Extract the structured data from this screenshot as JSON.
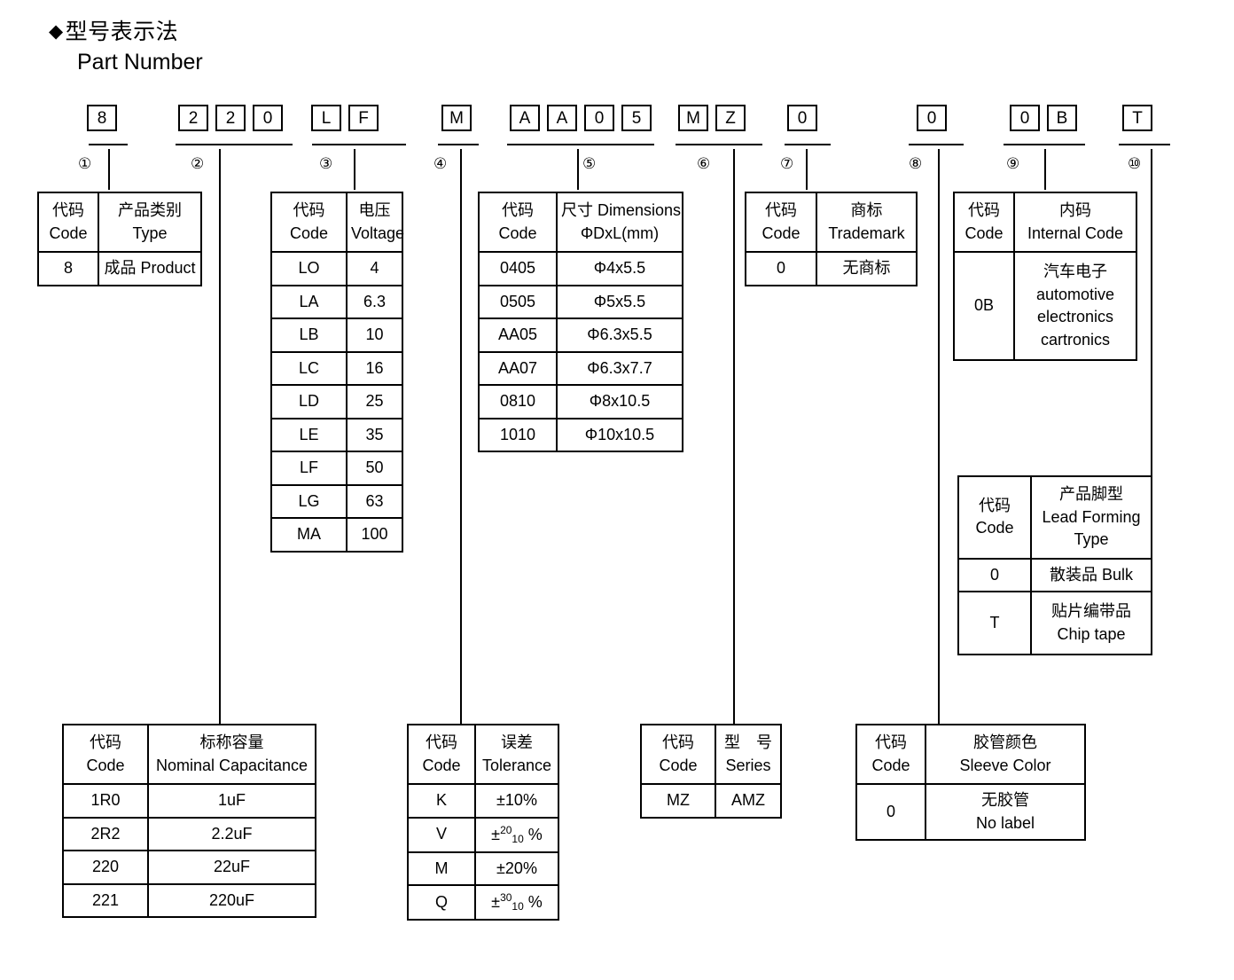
{
  "heading": {
    "diamond": "◆",
    "title_cn": "型号表示法",
    "title_en": "Part Number"
  },
  "part_number": {
    "groups": [
      {
        "index": "①",
        "chars": [
          "8"
        ]
      },
      {
        "index": "②",
        "chars": [
          "2",
          "2",
          "0"
        ]
      },
      {
        "index": "③",
        "chars": [
          "L",
          "F"
        ]
      },
      {
        "index": "④",
        "chars": [
          "M"
        ]
      },
      {
        "index": "⑤",
        "chars": [
          "A",
          "A",
          "0",
          "5"
        ]
      },
      {
        "index": "⑥",
        "chars": [
          "M",
          "Z"
        ]
      },
      {
        "index": "⑦",
        "chars": [
          "0"
        ]
      },
      {
        "index": "⑧",
        "chars": [
          "0"
        ]
      },
      {
        "index": "⑨",
        "chars": [
          "0",
          "B"
        ]
      },
      {
        "index": "⑩",
        "chars": [
          "T"
        ]
      }
    ]
  },
  "tables": {
    "type": {
      "header": {
        "code_cn": "代码",
        "code_en": "Code",
        "value_cn": "产品类别",
        "value_en": "Type"
      },
      "rows": [
        {
          "code": "8",
          "value": "成品 Product"
        }
      ]
    },
    "voltage": {
      "header": {
        "code_cn": "代码",
        "code_en": "Code",
        "value_cn": "电压",
        "value_en": "Voltage"
      },
      "rows": [
        {
          "code": "LO",
          "value": "4"
        },
        {
          "code": "LA",
          "value": "6.3"
        },
        {
          "code": "LB",
          "value": "10"
        },
        {
          "code": "LC",
          "value": "16"
        },
        {
          "code": "LD",
          "value": "25"
        },
        {
          "code": "LE",
          "value": "35"
        },
        {
          "code": "LF",
          "value": "50"
        },
        {
          "code": "LG",
          "value": "63"
        },
        {
          "code": "MA",
          "value": "100"
        }
      ]
    },
    "dimensions": {
      "header": {
        "code_cn": "代码",
        "code_en": "Code",
        "value_cn": "尺寸 Dimensions",
        "value_en": "ΦDxL(mm)"
      },
      "rows": [
        {
          "code": "0405",
          "value": "Φ4x5.5"
        },
        {
          "code": "0505",
          "value": "Φ5x5.5"
        },
        {
          "code": "AA05",
          "value": "Φ6.3x5.5"
        },
        {
          "code": "AA07",
          "value": "Φ6.3x7.7"
        },
        {
          "code": "0810",
          "value": "Φ8x10.5"
        },
        {
          "code": "1010",
          "value": "Φ10x10.5"
        }
      ]
    },
    "trademark": {
      "header": {
        "code_cn": "代码",
        "code_en": "Code",
        "value_cn": "商标",
        "value_en": "Trademark"
      },
      "rows": [
        {
          "code": "0",
          "value": "无商标"
        }
      ]
    },
    "internal_code": {
      "header": {
        "code_cn": "代码",
        "code_en": "Code",
        "value_cn": "内码",
        "value_en": "Internal Code"
      },
      "rows": [
        {
          "code": "0B",
          "value_cn": "汽车电子",
          "value_en_line1": "automotive",
          "value_en_line2": "electronics",
          "value_en_line3": "cartronics"
        }
      ]
    },
    "lead_forming": {
      "header": {
        "code_cn": "代码",
        "code_en": "Code",
        "value_cn": "产品脚型",
        "value_en_line1": "Lead Forming",
        "value_en_line2": "Type"
      },
      "rows": [
        {
          "code": "0",
          "value_cn": "散装品 Bulk",
          "value_en": ""
        },
        {
          "code": "T",
          "value_cn": "贴片编带品",
          "value_en": "Chip tape"
        }
      ]
    },
    "capacitance": {
      "header": {
        "code_cn": "代码",
        "code_en": "Code",
        "value_cn": "标称容量",
        "value_en": "Nominal Capacitance"
      },
      "rows": [
        {
          "code": "1R0",
          "value": "1uF"
        },
        {
          "code": "2R2",
          "value": "2.2uF"
        },
        {
          "code": "220",
          "value": "22uF"
        },
        {
          "code": "221",
          "value": "220uF"
        }
      ]
    },
    "tolerance": {
      "header": {
        "code_cn": "代码",
        "code_en": "Code",
        "value_cn": "误差",
        "value_en": "Tolerance"
      },
      "rows": [
        {
          "code": "K",
          "value": "±10%",
          "plus": "",
          "sup": "",
          "sub": "",
          "pct": ""
        },
        {
          "code": "V",
          "value": "",
          "plus": "±",
          "sup": "20",
          "sub": "10",
          "pct": "%"
        },
        {
          "code": "M",
          "value": "±20%",
          "plus": "",
          "sup": "",
          "sub": "",
          "pct": ""
        },
        {
          "code": "Q",
          "value": "",
          "plus": "±",
          "sup": "30",
          "sub": "10",
          "pct": "%"
        }
      ]
    },
    "series": {
      "header": {
        "code_cn": "代码",
        "code_en": "Code",
        "value_cn": "型　号",
        "value_en": "Series"
      },
      "rows": [
        {
          "code": "MZ",
          "value": "AMZ"
        }
      ]
    },
    "sleeve_color": {
      "header": {
        "code_cn": "代码",
        "code_en": "Code",
        "value_cn": "胶管颜色",
        "value_en": "Sleeve Color"
      },
      "rows": [
        {
          "code": "0",
          "value_cn": "无胶管",
          "value_en": "No label"
        }
      ]
    }
  }
}
